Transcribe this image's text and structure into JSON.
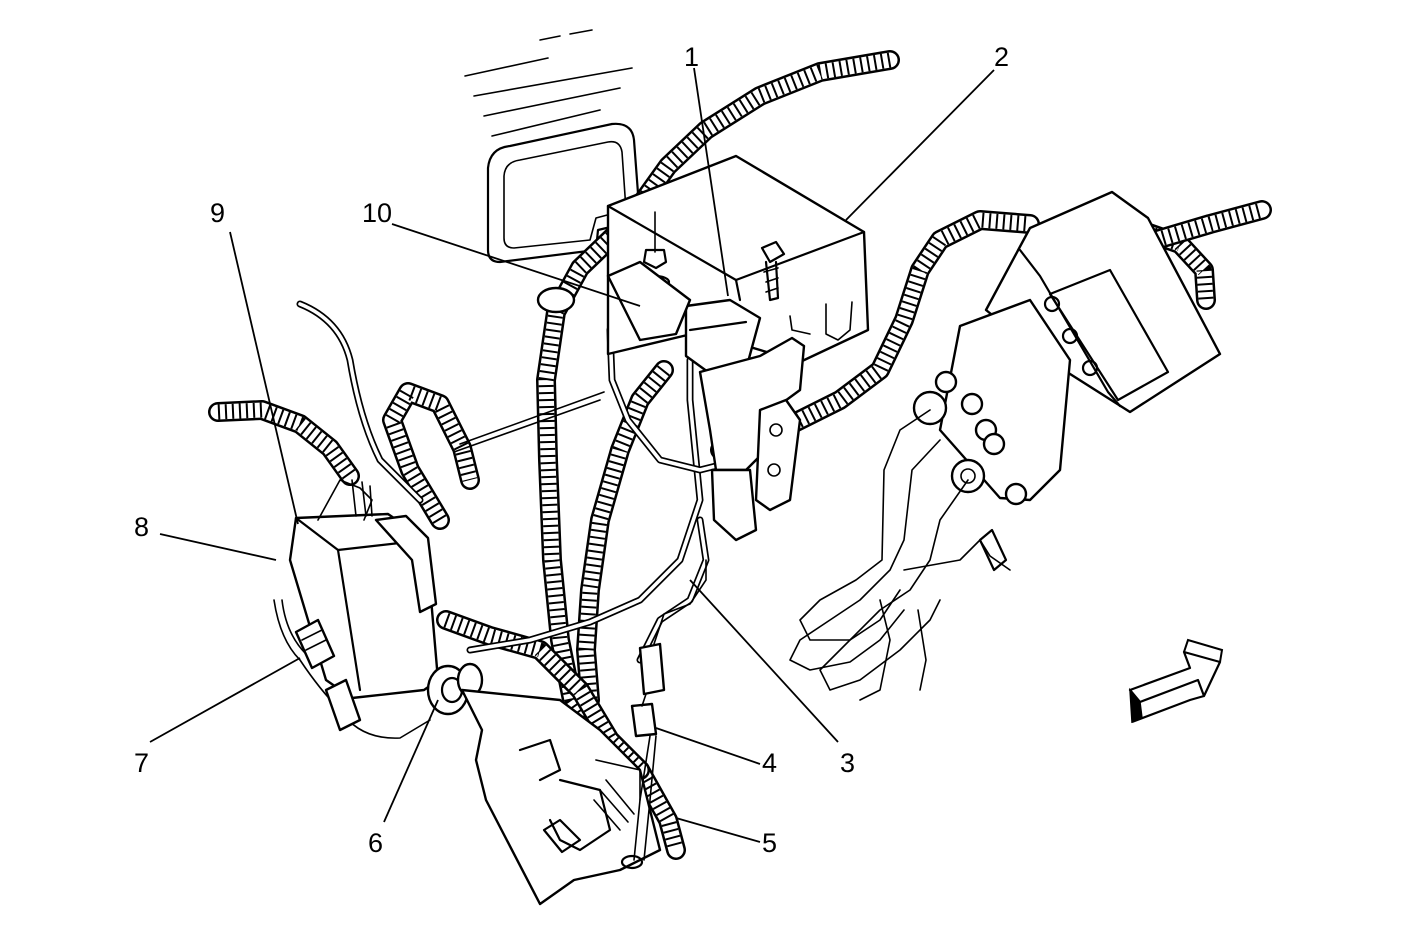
{
  "diagram": {
    "callouts": [
      {
        "id": "1",
        "text": "1"
      },
      {
        "id": "2",
        "text": "2"
      },
      {
        "id": "3",
        "text": "3"
      },
      {
        "id": "4",
        "text": "4"
      },
      {
        "id": "5",
        "text": "5"
      },
      {
        "id": "6",
        "text": "6"
      },
      {
        "id": "7",
        "text": "7"
      },
      {
        "id": "8",
        "text": "8"
      },
      {
        "id": "9",
        "text": "9"
      },
      {
        "id": "10",
        "text": "10"
      }
    ],
    "direction_arrow_icon": "front-direction-arrow-icon",
    "colors": {
      "ink": "#000000",
      "background": "#ffffff"
    }
  }
}
